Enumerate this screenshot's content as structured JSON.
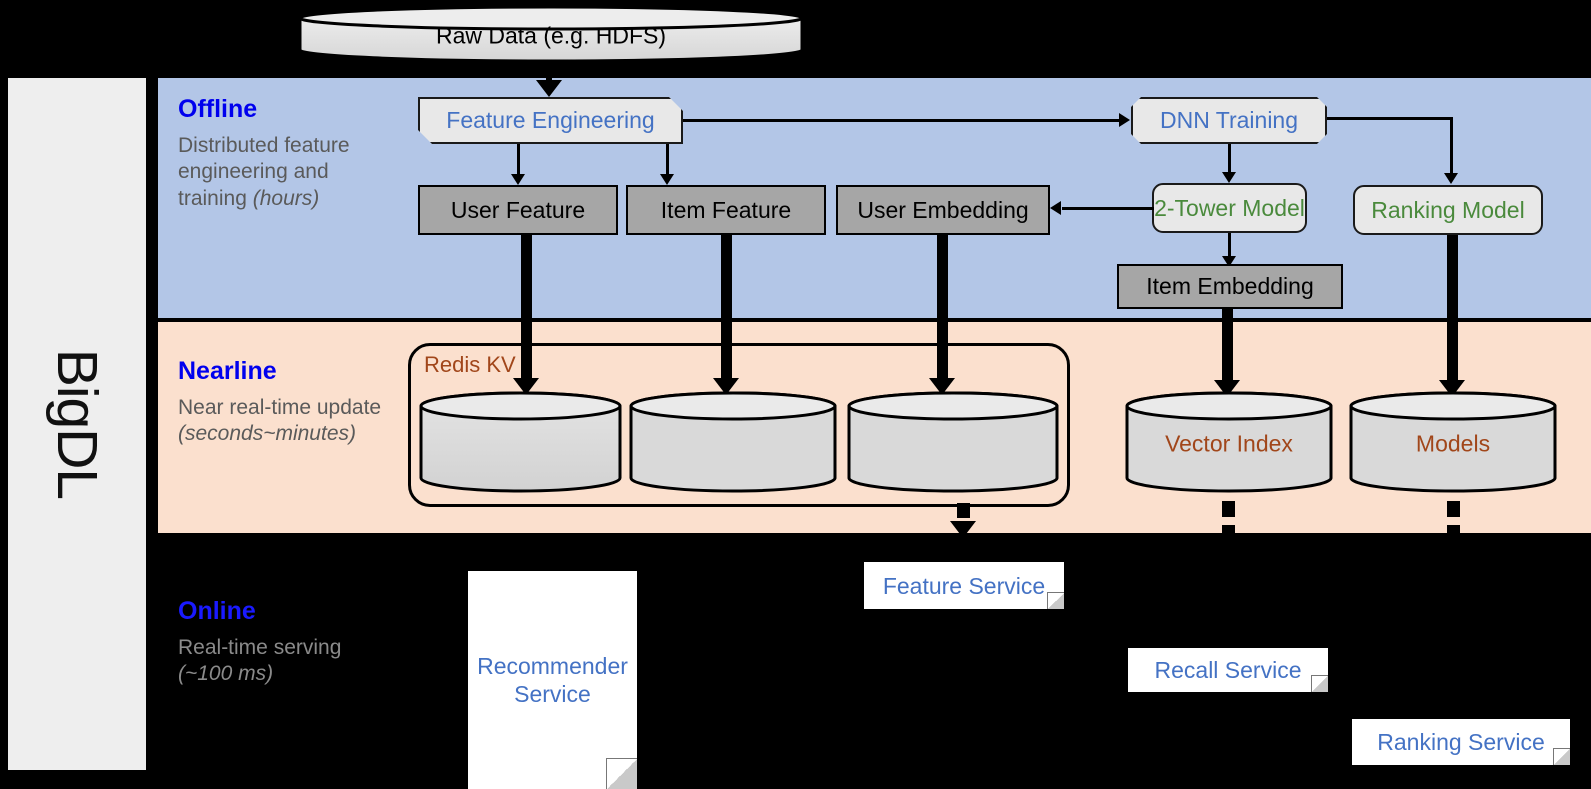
{
  "sidebar": {
    "label": "BigDL"
  },
  "colors": {
    "offline_band": "#b3c6e7",
    "nearline_band": "#fbe0ce",
    "online_band": "#000000",
    "accent_blue": "#0000ee",
    "text_blue": "#4472c4",
    "text_green": "#4a8a3c",
    "text_brown": "#a1461a",
    "gray_box": "#a6a6a6",
    "card_box": "#e8e8e8",
    "sidebar": "#eeeeee"
  },
  "source": {
    "label": "Raw Data (e.g. HDFS)"
  },
  "bands": {
    "offline": {
      "title": "Offline",
      "desc_line1": "Distributed feature engineering and training ",
      "desc_emph": "(hours)"
    },
    "nearline": {
      "title": "Nearline",
      "desc_line1": "Near real-time update ",
      "desc_emph": "(seconds~minutes)"
    },
    "online": {
      "title": "Online",
      "desc_line1": "Real-time serving ",
      "desc_emph": "(~100 ms)"
    }
  },
  "offline_nodes": {
    "feature_engineering": "Feature Engineering",
    "dnn_training": "DNN Training",
    "user_feature": "User Feature",
    "item_feature": "Item Feature",
    "user_embedding": "User Embedding",
    "two_tower_model": "2-Tower Model",
    "ranking_model": "Ranking Model",
    "item_embedding": "Item Embedding"
  },
  "nearline_nodes": {
    "redis_kv": "Redis KV",
    "store_1": "",
    "store_2": "",
    "store_3": "",
    "vector_index": "Vector Index",
    "models": "Models"
  },
  "online_nodes": {
    "recommender_service_l1": "Recommender",
    "recommender_service_l2": "Service",
    "feature_service": "Feature Service",
    "recall_service": "Recall Service",
    "ranking_service": "Ranking Service"
  }
}
